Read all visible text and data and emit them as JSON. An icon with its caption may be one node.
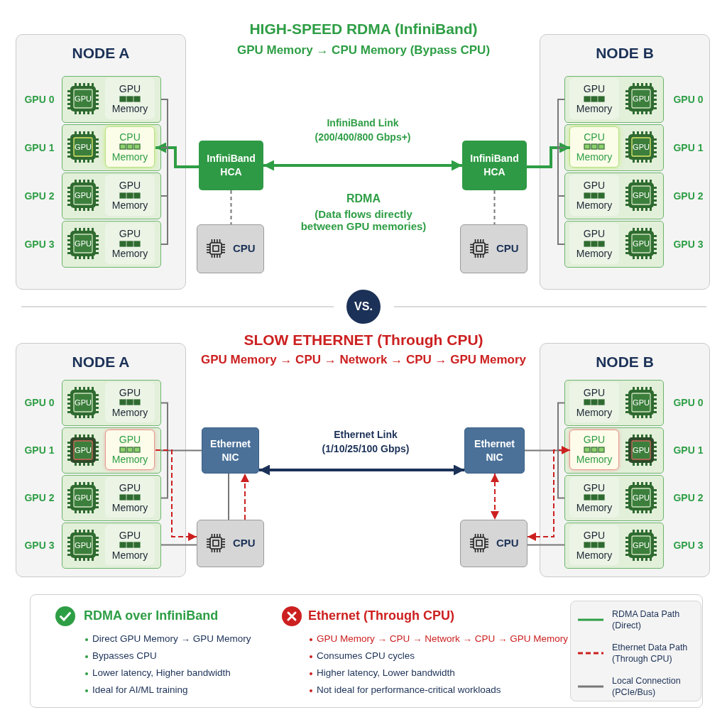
{
  "diagram": {
    "title": "HIGH-SPEED RDMA (InfiniBand)",
    "nodes": [
      {
        "text": [
          "NODE A"
        ]
      },
      {
        "text": [],
        "shape": "box",
        "in": 0,
        "beside": [
          "GPU 0"
        ]
      },
      {
        "text": [
          "GPU"
        ],
        "in": 1
      },
      {
        "text": [
          "GPU Memory"
        ],
        "in": 1
      },
      {
        "text": [],
        "shape": "box",
        "in": 0,
        "beside": [
          "GPU 1"
        ]
      },
      {
        "text": [
          "GPU"
        ],
        "in": 4
      },
      {
        "text": [
          "CPU Memory"
        ],
        "in": 4
      },
      {
        "text": [],
        "shape": "box",
        "in": 0,
        "beside": [
          "GPU 2"
        ]
      },
      {
        "text": [
          "GPU"
        ],
        "in": 7
      },
      {
        "text": [
          "GPU Memory"
        ],
        "in": 7
      },
      {
        "text": [],
        "shape": "box",
        "in": 0,
        "beside": [
          "GPU 3"
        ]
      },
      {
        "text": [
          "GPU"
        ],
        "in": 10
      },
      {
        "text": [
          "GPU Memory"
        ],
        "in": 10
      },
      {
        "text": [
          "InfiniBand HCA"
        ]
      },
      {
        "text": [
          "CPU"
        ]
      },
      {
        "text": [
          "InfiniBand HCA"
        ]
      },
      {
        "text": [
          "CPU"
        ]
      },
      {
        "text": [
          "NODE B"
        ]
      },
      {
        "text": [],
        "shape": "box",
        "in": 17,
        "beside": [
          "GPU 0"
        ]
      },
      {
        "text": [
          "GPU Memory"
        ],
        "in": 18
      },
      {
        "text": [
          "GPU"
        ],
        "in": 18
      },
      {
        "text": [],
        "shape": "box",
        "in": 17,
        "beside": [
          "GPU 1"
        ]
      },
      {
        "text": [
          "CPU Memory"
        ],
        "in": 21
      },
      {
        "text": [
          "GPU"
        ],
        "in": 21
      },
      {
        "text": [],
        "shape": "box",
        "in": 17,
        "beside": [
          "GPU 2"
        ]
      },
      {
        "text": [
          "GPU Memory"
        ],
        "in": 24
      },
      {
        "text": [
          "GPU"
        ],
        "in": 24
      },
      {
        "text": [],
        "shape": "box",
        "in": 17,
        "beside": [
          "GPU 3"
        ]
      },
      {
        "text": [
          "GPU Memory"
        ],
        "in": 27
      },
      {
        "text": [
          "GPU"
        ],
        "in": 27
      },
      {
        "text": [
          "NODE A"
        ]
      },
      {
        "text": [],
        "shape": "box",
        "in": 30,
        "beside": [
          "GPU 0"
        ]
      },
      {
        "text": [
          "GPU"
        ],
        "in": 31
      },
      {
        "text": [
          "GPU Memory"
        ],
        "in": 31
      },
      {
        "text": [],
        "shape": "box",
        "in": 30,
        "beside": [
          "GPU 1"
        ]
      },
      {
        "text": [
          "GPU"
        ],
        "in": 34
      },
      {
        "text": [
          "GPU Memory"
        ],
        "in": 34
      },
      {
        "text": [],
        "shape": "box",
        "in": 30,
        "beside": [
          "GPU 2"
        ]
      },
      {
        "text": [
          "GPU"
        ],
        "in": 37
      },
      {
        "text": [
          "GPU Memory"
        ],
        "in": 37
      },
      {
        "text": [],
        "shape": "box",
        "in": 30,
        "beside": [
          "GPU 3"
        ]
      },
      {
        "text": [
          "GPU"
        ],
        "in": 40
      },
      {
        "text": [
          "GPU Memory"
        ],
        "in": 40
      },
      {
        "text": [
          "Ethernet NIC"
        ]
      },
      {
        "text": [
          "CPU"
        ]
      },
      {
        "text": [
          "Ethernet NIC"
        ]
      },
      {
        "text": [
          "CPU"
        ]
      },
      {
        "text": [
          "NODE B"
        ]
      },
      {
        "text": [],
        "shape": "box",
        "in": 47,
        "beside": [
          "GPU 0"
        ]
      },
      {
        "text": [
          "GPU Memory"
        ],
        "in": 48
      },
      {
        "text": [
          "GPU"
        ],
        "in": 48
      },
      {
        "text": [],
        "shape": "box",
        "in": 47,
        "beside": [
          "GPU 1"
        ]
      },
      {
        "text": [
          "GPU Memory"
        ],
        "in": 51
      },
      {
        "text": [
          "GPU"
        ],
        "in": 51
      },
      {
        "text": [],
        "shape": "box",
        "in": 47,
        "beside": [
          "GPU 2"
        ]
      },
      {
        "text": [
          "GPU Memory"
        ],
        "in": 54
      },
      {
        "text": [
          "GPU"
        ],
        "in": 54
      },
      {
        "text": [],
        "shape": "box",
        "in": 47,
        "beside": [
          "GPU 3"
        ]
      },
      {
        "text": [
          "GPU Memory"
        ],
        "in": 57
      },
      {
        "text": [
          "GPU"
        ],
        "in": 57
      }
    ],
    "edges": [
      {
        "from": 13,
        "to": 6,
        "arrow": "to",
        "style": "thick",
        "color": "#2e9e45"
      },
      {
        "from": 13,
        "to": 15,
        "arrow": "both",
        "style": "thick",
        "color": "#2e9e45",
        "label": "InfiniBand Link (200/400/800 Gbps+)"
      },
      {
        "from": 15,
        "to": 22,
        "arrow": "to",
        "style": "thick",
        "color": "#2e9e45"
      },
      {
        "from": 13,
        "to": 14,
        "arrow": "none",
        "style": "dashed"
      },
      {
        "from": 15,
        "to": 16,
        "arrow": "none",
        "style": "dashed"
      },
      {
        "from": 1,
        "to": 4,
        "arrow": "none"
      },
      {
        "from": 4,
        "to": 7,
        "arrow": "none"
      },
      {
        "from": 7,
        "to": 10,
        "arrow": "none"
      },
      {
        "from": 18,
        "to": 21,
        "arrow": "none"
      },
      {
        "from": 21,
        "to": 24,
        "arrow": "none"
      },
      {
        "from": 24,
        "to": 27,
        "arrow": "none"
      },
      {
        "from": 31,
        "to": 37,
        "arrow": "none"
      },
      {
        "from": 34,
        "to": 43,
        "arrow": "none"
      },
      {
        "from": 40,
        "to": 44,
        "arrow": "none"
      },
      {
        "from": 44,
        "to": 43,
        "arrow": "none"
      },
      {
        "from": 36,
        "to": 44,
        "arrow": "to",
        "style": "dashed",
        "color": "#cc2020"
      },
      {
        "from": 44,
        "to": 43,
        "arrow": "to",
        "style": "dashed",
        "color": "#cc2020"
      },
      {
        "from": 43,
        "to": 45,
        "arrow": "both",
        "style": "thick",
        "color": "#1b3157",
        "label": "Ethernet Link (1/10/25/100 Gbps)"
      },
      {
        "from": 45,
        "to": 46,
        "arrow": "both",
        "style": "dashed",
        "color": "#cc2020"
      },
      {
        "from": 45,
        "to": 51,
        "arrow": "none"
      },
      {
        "from": 46,
        "to": 52,
        "arrow": "both",
        "style": "dashed",
        "color": "#cc2020"
      },
      {
        "from": 48,
        "to": 54,
        "arrow": "none"
      },
      {
        "from": 46,
        "to": 57,
        "arrow": "none"
      }
    ],
    "labels": [
      "GPU Memory → CPU Memory (Bypass CPU)",
      "RDMA",
      "(Data flows directly between GPU memories)",
      "VS.",
      "SLOW ETHERNET (Through CPU)",
      "GPU Memory → CPU → Network → CPU → GPU Memory",
      "RDMA over InfiniBand",
      "Direct GPU Memory → GPU Memory",
      "Bypasses CPU",
      "Lower latency, Higher bandwidth",
      "Ideal for AI/ML training",
      "Ethernet (Through CPU)",
      "GPU Memory → CPU → Network → CPU → GPU Memory",
      "Consumes CPU cycles",
      "Higher latency, Lower bandwidth",
      "Not ideal for performance-critical workloads"
    ],
    "legend": [
      {
        "text": "RDMA Data Path (Direct)"
      },
      {
        "text": "Ethernet Data Path (Through CPU)"
      },
      {
        "text": "Local Connection (PCIe/Bus)"
      }
    ]
  }
}
